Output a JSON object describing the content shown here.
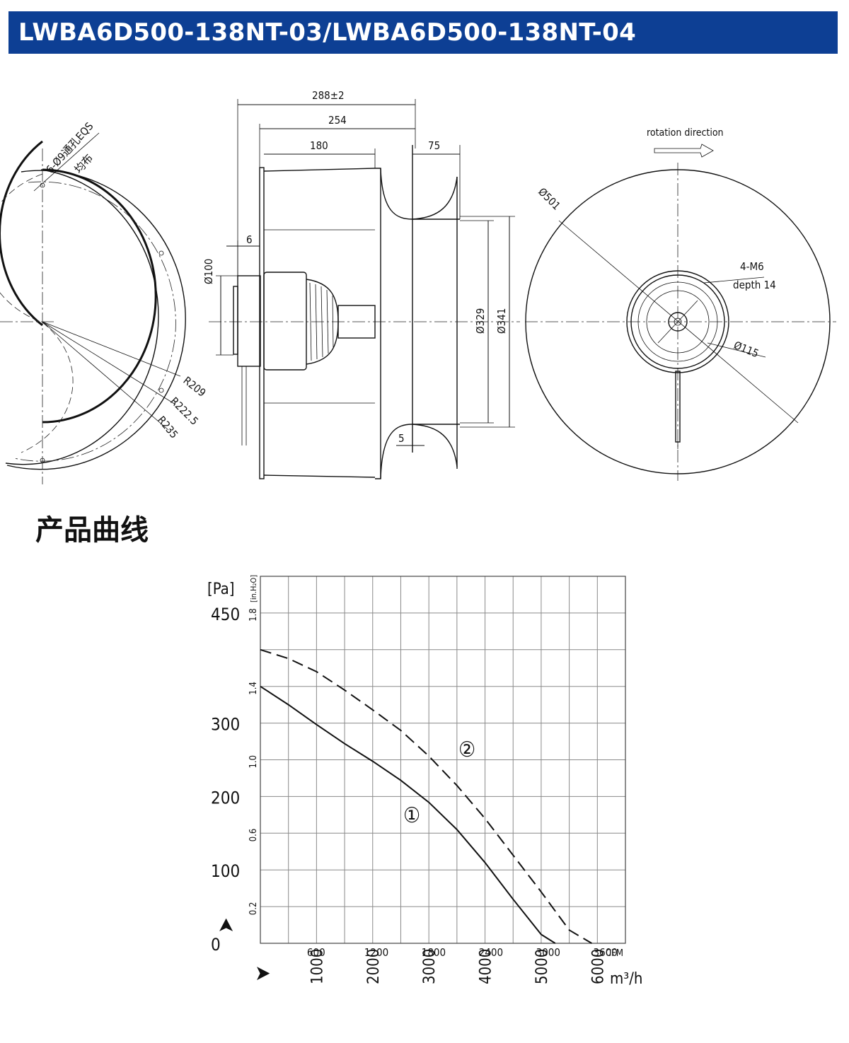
{
  "header": {
    "title": "LWBA6D500-138NT-03/LWBA6D500-138NT-04"
  },
  "drawing": {
    "left_view": {
      "hole_note": "6-Ø9通孔EQS",
      "hole_note_2": "均布",
      "r1": "R209",
      "r2": "R222.5",
      "r3": "R235"
    },
    "side_view": {
      "d_total": "288±2",
      "d_254": "254",
      "d_180": "180",
      "d_75": "75",
      "d_6": "6",
      "d_5": "5",
      "dia_100": "Ø100",
      "dia_329": "Ø329",
      "dia_341": "Ø341"
    },
    "front_view": {
      "rotation": "rotation direction",
      "dia_501": "Ø501",
      "thread": "4-M6",
      "depth": "depth 14",
      "dia_115": "Ø115"
    }
  },
  "section": {
    "title": "产品曲线"
  },
  "chart_data": {
    "type": "line",
    "x_unit": "m³/h",
    "x_unit_secondary": "CFM",
    "y_unit": "[Pa]",
    "y_unit_secondary": "[in.H₂O]",
    "xlim": [
      0,
      6500
    ],
    "ylim": [
      0,
      500
    ],
    "x_ticks": [
      1000,
      2000,
      3000,
      4000,
      5000,
      6000
    ],
    "x_tick_labels": [
      "1000",
      "2000",
      "3000",
      "4000",
      "5000",
      "6000"
    ],
    "x_ticks_secondary": [
      600,
      1200,
      1800,
      2400,
      3000,
      3600
    ],
    "x_tick_labels_secondary": [
      "600",
      "1200",
      "1800",
      "2400",
      "3000",
      "3600"
    ],
    "y_ticks": [
      0,
      100,
      200,
      300,
      450
    ],
    "y_tick_labels": [
      "0",
      "100",
      "200",
      "300",
      "450"
    ],
    "y_ticks_secondary": [
      0.2,
      0.6,
      1.0,
      1.4,
      1.8
    ],
    "y_tick_labels_secondary": [
      "0.2",
      "0.6",
      "1.0",
      "1.4",
      "1.8"
    ],
    "grid": true,
    "series": [
      {
        "name": "①",
        "style": "solid",
        "x": [
          0,
          500,
          1000,
          1500,
          2000,
          2500,
          3000,
          3500,
          4000,
          4500,
          5000,
          5250
        ],
        "y": [
          350,
          325,
          298,
          272,
          248,
          222,
          192,
          155,
          110,
          60,
          12,
          0
        ]
      },
      {
        "name": "②",
        "style": "dashed",
        "x": [
          0,
          500,
          1000,
          1500,
          2000,
          2500,
          3000,
          3500,
          4000,
          4500,
          5000,
          5500,
          5900
        ],
        "y": [
          400,
          388,
          370,
          345,
          318,
          290,
          255,
          215,
          170,
          120,
          70,
          18,
          0
        ]
      }
    ],
    "annotations": [
      "①",
      "②"
    ],
    "x_arrow": "➤",
    "y_arrow": "➤"
  }
}
